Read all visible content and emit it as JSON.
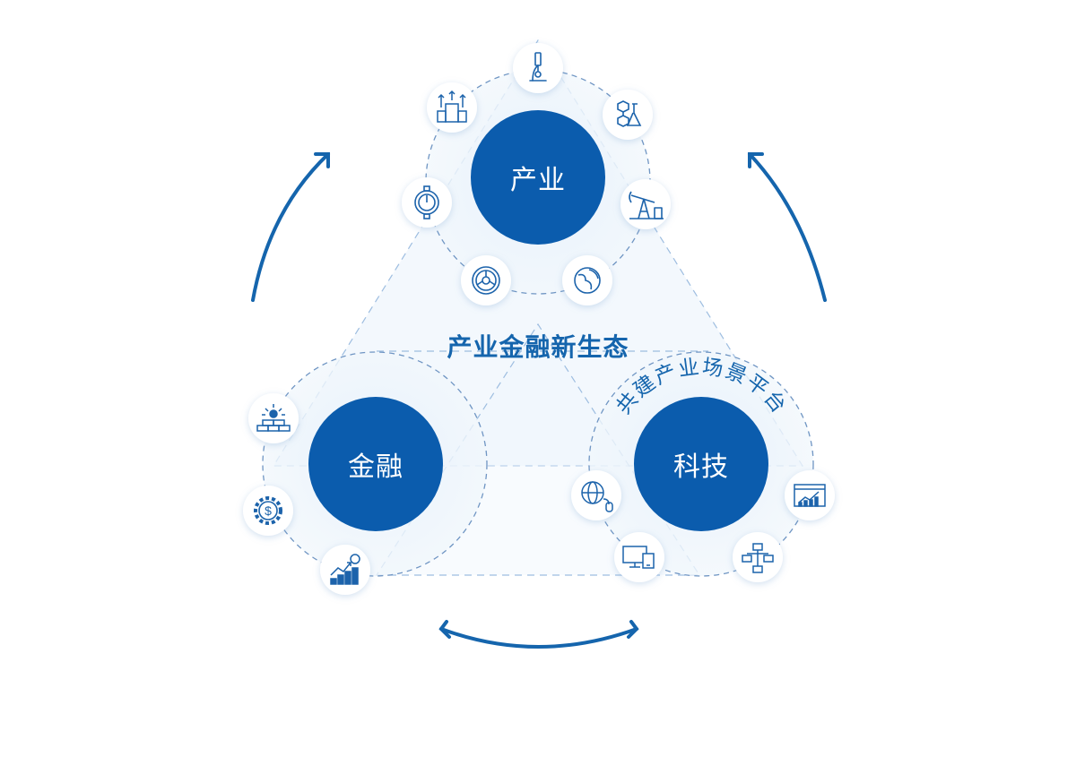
{
  "diagram": {
    "center_title": "产业金融新生态",
    "arc_caption": "共建产业场景平台",
    "nodes": {
      "industry": {
        "label": "产业"
      },
      "finance": {
        "label": "金融"
      },
      "technology": {
        "label": "科技"
      }
    },
    "icons": {
      "industry": [
        "microscope-icon",
        "molecule-flask-icon",
        "oil-pump-icon",
        "earth-leaf-icon",
        "wheel-icon",
        "pressure-gauge-icon",
        "city-growth-icon"
      ],
      "finance": [
        "gold-bars-icon",
        "dollar-gear-icon",
        "growth-coins-icon"
      ],
      "technology": [
        "chart-window-icon",
        "flowchart-icon",
        "devices-icon",
        "globe-mouse-icon"
      ]
    },
    "colors": {
      "primary": "#0b5cad",
      "icon_stroke": "#1c63ab",
      "arrow": "#1565ad",
      "dashed": "#6f95c3",
      "halo": "#eaf3fb"
    }
  }
}
